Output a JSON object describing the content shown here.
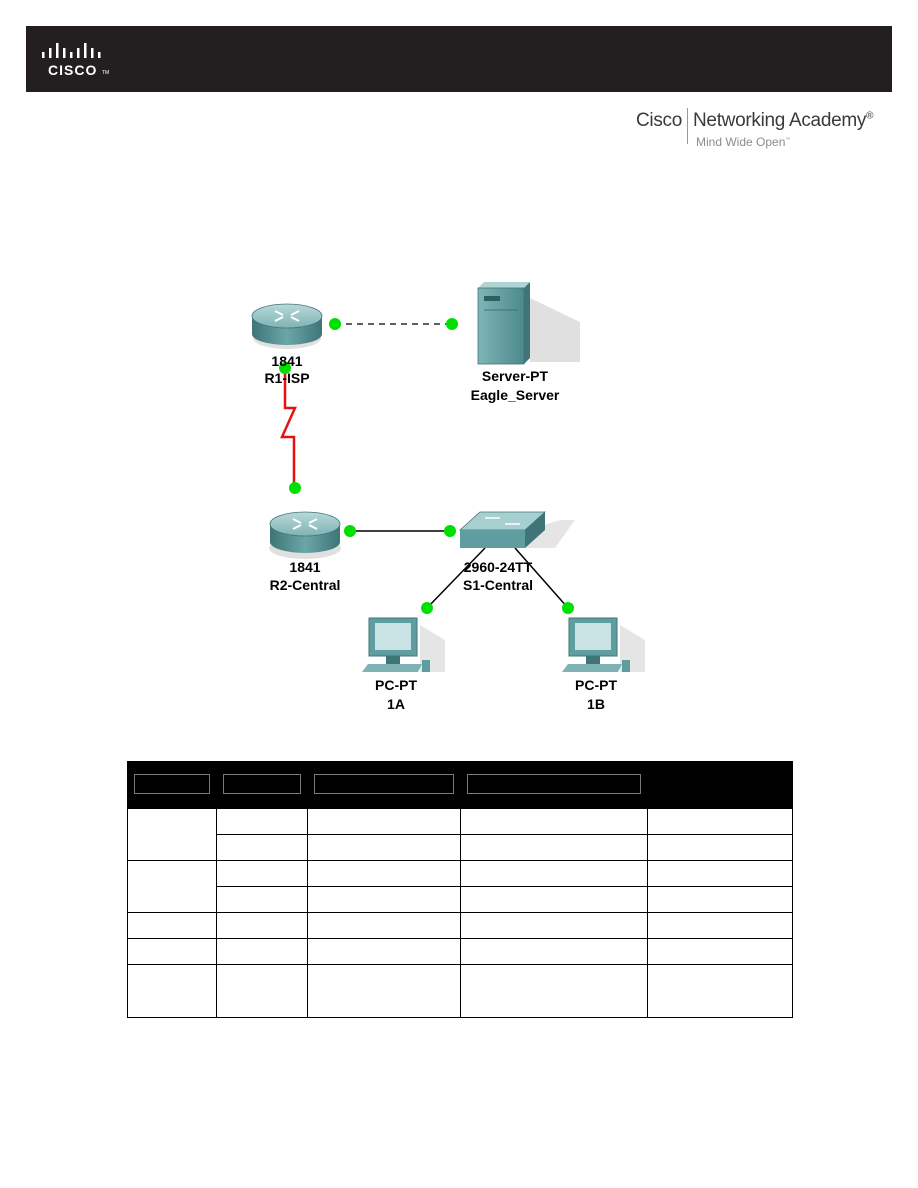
{
  "header": {
    "logo_text": "CISCO",
    "logo_tm": "TM",
    "academy_brand_left": "Cisco",
    "academy_brand_right": "Networking Academy",
    "academy_reg": "®",
    "academy_tagline": "Mind Wide Open",
    "academy_tagline_tm": "™"
  },
  "topology": {
    "devices": [
      {
        "model": "1841",
        "name": "R1-ISP",
        "icon": "router-icon"
      },
      {
        "model": "Server-PT",
        "name": "Eagle_Server",
        "icon": "server-icon"
      },
      {
        "model": "1841",
        "name": "R2-Central",
        "icon": "router-icon"
      },
      {
        "model": "2960-24TT",
        "name": "S1-Central",
        "icon": "switch-icon"
      },
      {
        "model": "PC-PT",
        "name": "1A",
        "icon": "pc-icon"
      },
      {
        "model": "PC-PT",
        "name": "1B",
        "icon": "pc-icon"
      }
    ],
    "colors": {
      "link_port": "#00e000",
      "serial_link": "#e81010",
      "device_body": "#5f9ea0"
    }
  },
  "address_table": {
    "rows": [
      [
        "",
        "",
        "",
        "",
        ""
      ],
      [
        "",
        "",
        "",
        "",
        ""
      ],
      [
        "",
        "",
        "",
        "",
        ""
      ],
      [
        "",
        "",
        "",
        "",
        ""
      ],
      [
        "",
        "",
        "",
        "",
        ""
      ],
      [
        "",
        "",
        "",
        "",
        ""
      ],
      [
        "",
        "",
        "",
        "",
        ""
      ]
    ]
  }
}
